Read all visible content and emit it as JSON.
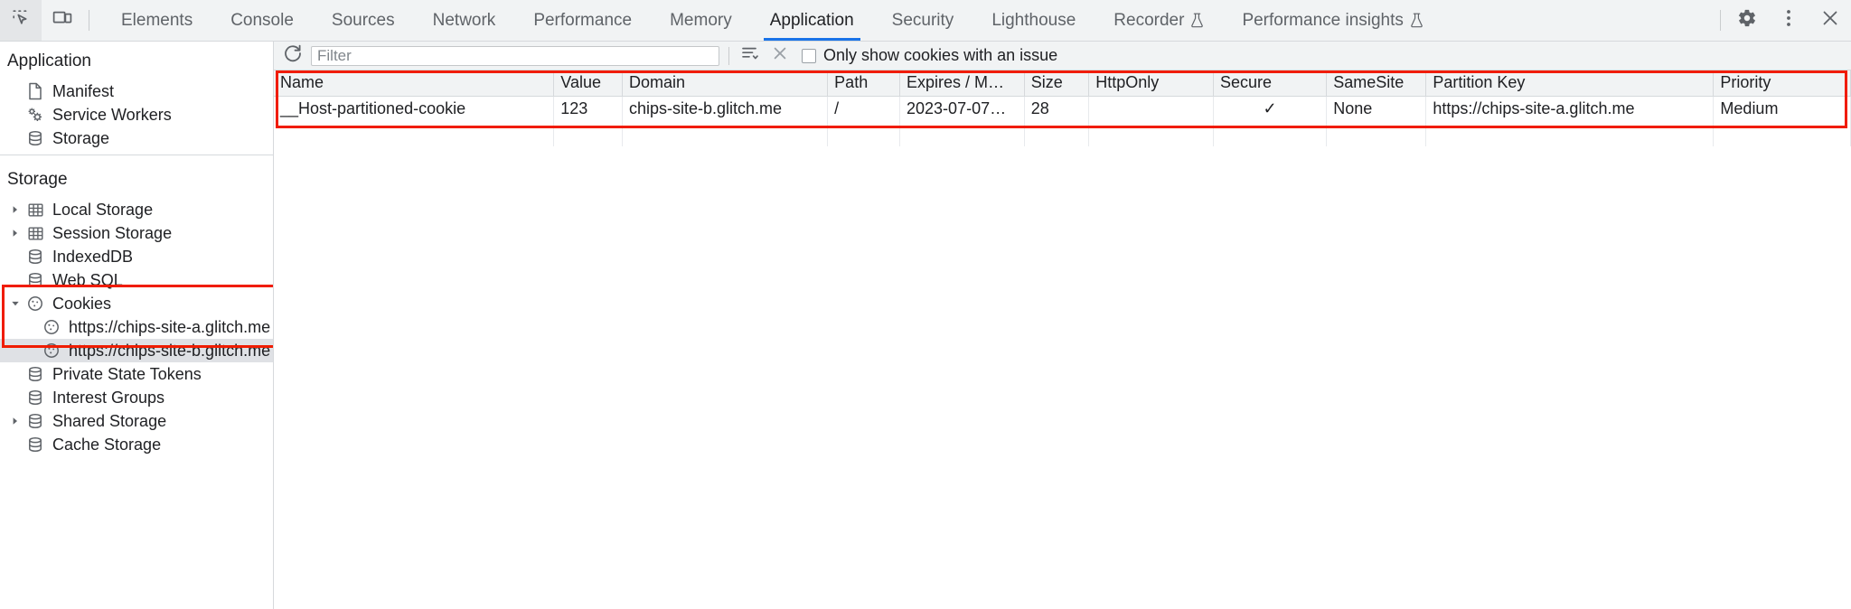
{
  "tabbar": {
    "inspect_icon": "inspect-cursor-icon",
    "device_icon": "device-toolbar-icon",
    "tabs": [
      {
        "label": "Elements",
        "active": false,
        "experiment": false
      },
      {
        "label": "Console",
        "active": false,
        "experiment": false
      },
      {
        "label": "Sources",
        "active": false,
        "experiment": false
      },
      {
        "label": "Network",
        "active": false,
        "experiment": false
      },
      {
        "label": "Performance",
        "active": false,
        "experiment": false
      },
      {
        "label": "Memory",
        "active": false,
        "experiment": false
      },
      {
        "label": "Application",
        "active": true,
        "experiment": false
      },
      {
        "label": "Security",
        "active": false,
        "experiment": false
      },
      {
        "label": "Lighthouse",
        "active": false,
        "experiment": false
      },
      {
        "label": "Recorder",
        "active": false,
        "experiment": true
      },
      {
        "label": "Performance insights",
        "active": false,
        "experiment": true
      }
    ],
    "settings_icon": "gear-icon",
    "more_icon": "kebab-menu-icon",
    "close_icon": "close-icon",
    "active_underline_color": "#1a73e8"
  },
  "sidebar": {
    "application": {
      "title": "Application",
      "items": [
        {
          "label": "Manifest",
          "icon": "manifest-page-icon",
          "indent": 1,
          "arrow": "none",
          "selected": false
        },
        {
          "label": "Service Workers",
          "icon": "service-workers-gears-icon",
          "indent": 1,
          "arrow": "none",
          "selected": false
        },
        {
          "label": "Storage",
          "icon": "storage-database-icon",
          "indent": 1,
          "arrow": "none",
          "selected": false
        }
      ]
    },
    "storage": {
      "title": "Storage",
      "items": [
        {
          "label": "Local Storage",
          "icon": "table-grid-icon",
          "indent": 1,
          "arrow": "collapsed",
          "selected": false
        },
        {
          "label": "Session Storage",
          "icon": "table-grid-icon",
          "indent": 1,
          "arrow": "collapsed",
          "selected": false
        },
        {
          "label": "IndexedDB",
          "icon": "database-icon",
          "indent": 1,
          "arrow": "none",
          "selected": false
        },
        {
          "label": "Web SQL",
          "icon": "database-icon",
          "indent": 1,
          "arrow": "none",
          "selected": false
        },
        {
          "label": "Cookies",
          "icon": "cookie-icon",
          "indent": 1,
          "arrow": "expanded",
          "selected": false
        },
        {
          "label": "https://chips-site-a.glitch.me",
          "icon": "cookie-icon",
          "indent": 2,
          "arrow": "none",
          "selected": false
        },
        {
          "label": "https://chips-site-b.glitch.me",
          "icon": "cookie-icon",
          "indent": 2,
          "arrow": "none",
          "selected": true
        },
        {
          "label": "Private State Tokens",
          "icon": "database-icon",
          "indent": 1,
          "arrow": "none",
          "selected": false
        },
        {
          "label": "Interest Groups",
          "icon": "database-icon",
          "indent": 1,
          "arrow": "none",
          "selected": false
        },
        {
          "label": "Shared Storage",
          "icon": "database-icon",
          "indent": 1,
          "arrow": "collapsed",
          "selected": false
        },
        {
          "label": "Cache Storage",
          "icon": "database-icon",
          "indent": 1,
          "arrow": "none",
          "selected": false
        }
      ]
    }
  },
  "toolbar": {
    "refresh_icon": "refresh-icon",
    "filter_placeholder": "Filter",
    "filter_value": "",
    "filter_list_icon": "filter-list-icon",
    "clear_icon": "clear-x-icon",
    "issue_checkbox": {
      "label": "Only show cookies with an issue",
      "checked": false
    }
  },
  "table": {
    "columns": [
      "Name",
      "Value",
      "Domain",
      "Path",
      "Expires / M…",
      "Size",
      "HttpOnly",
      "Secure",
      "SameSite",
      "Partition Key",
      "Priority"
    ],
    "rows": [
      {
        "name": "__Host-partitioned-cookie",
        "value": "123",
        "domain": "chips-site-b.glitch.me",
        "path": "/",
        "expires": "2023-07-07…",
        "size": "28",
        "httponly": "",
        "secure": "✓",
        "samesite": "None",
        "partition_key": "https://chips-site-a.glitch.me",
        "priority": "Medium"
      }
    ]
  },
  "annotations": {
    "highlight_color": "#f01c00",
    "boxes": [
      "cookies-tree-highlight",
      "cookies-table-highlight"
    ]
  }
}
